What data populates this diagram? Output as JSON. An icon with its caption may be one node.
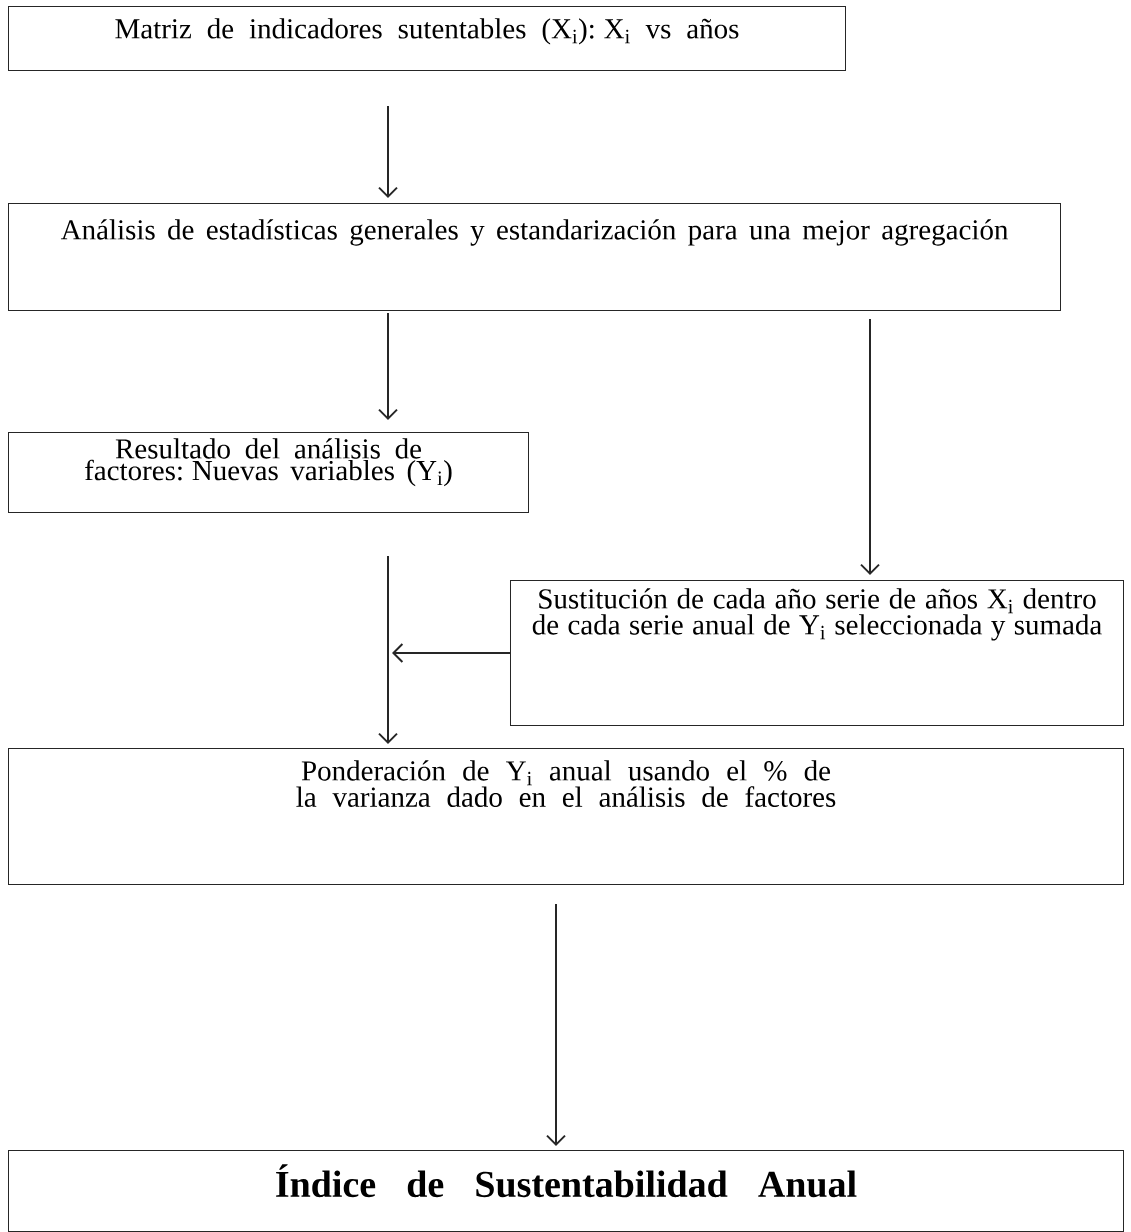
{
  "diagram": {
    "nodes": [
      {
        "text": [
          "Matriz de indicadores sutentables (X$_{i}$): X$_{i}$ vs años"
        ]
      },
      {
        "text": [
          "Análisis de estadísticas generales y estandarización para una mejor agregación"
        ]
      },
      {
        "text": [
          "Resultado del análisis de factores: Nuevas variables (Y$_{i}$)"
        ]
      },
      {
        "text": [
          "Sustitución de cada año serie de años X$_{i}$ dentro de cada serie anual de Y$_{i}$ seleccionada y sumada"
        ]
      },
      {
        "text": [
          "Ponderación de Y$_{i}$ anual usando el % de la varianza dado en el análisis de factores"
        ]
      },
      {
        "text": [
          "Índice de Sustentabilidad Anual"
        ]
      }
    ],
    "edges": [
      {
        "from": 0,
        "to": 1,
        "arrow": "to"
      },
      {
        "from": 1,
        "to": 2,
        "arrow": "to"
      },
      {
        "from": 1,
        "to": 3,
        "arrow": "to"
      },
      {
        "from": 2,
        "to": 4,
        "arrow": "to"
      },
      {
        "from": 3,
        "to": null,
        "arrow": "to"
      },
      {
        "from": 4,
        "to": 5,
        "arrow": "to"
      }
    ]
  }
}
